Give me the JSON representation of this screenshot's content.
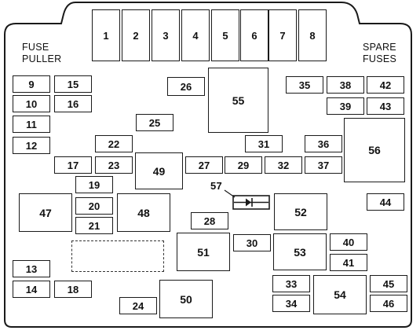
{
  "labels": {
    "fuse_puller_1": "FUSE",
    "fuse_puller_2": "PULLER",
    "spare_fuses_1": "SPARE",
    "spare_fuses_2": "FUSES",
    "diode_number": "57"
  },
  "fuses": {
    "f1": "1",
    "f2": "2",
    "f3": "3",
    "f4": "4",
    "f5": "5",
    "f6": "6",
    "f7": "7",
    "f8": "8",
    "f9": "9",
    "f10": "10",
    "f11": "11",
    "f12": "12",
    "f13": "13",
    "f14": "14",
    "f15": "15",
    "f16": "16",
    "f17": "17",
    "f18": "18",
    "f19": "19",
    "f20": "20",
    "f21": "21",
    "f22": "22",
    "f23": "23",
    "f24": "24",
    "f25": "25",
    "f26": "26",
    "f27": "27",
    "f28": "28",
    "f29": "29",
    "f30": "30",
    "f31": "31",
    "f32": "32",
    "f33": "33",
    "f34": "34",
    "f35": "35",
    "f36": "36",
    "f37": "37",
    "f38": "38",
    "f39": "39",
    "f40": "40",
    "f41": "41",
    "f42": "42",
    "f43": "43",
    "f44": "44",
    "f45": "45",
    "f46": "46"
  },
  "relays": {
    "r47": "47",
    "r48": "48",
    "r49": "49",
    "r50": "50",
    "r51": "51",
    "r52": "52",
    "r53": "53",
    "r54": "54",
    "r55": "55",
    "r56": "56"
  }
}
